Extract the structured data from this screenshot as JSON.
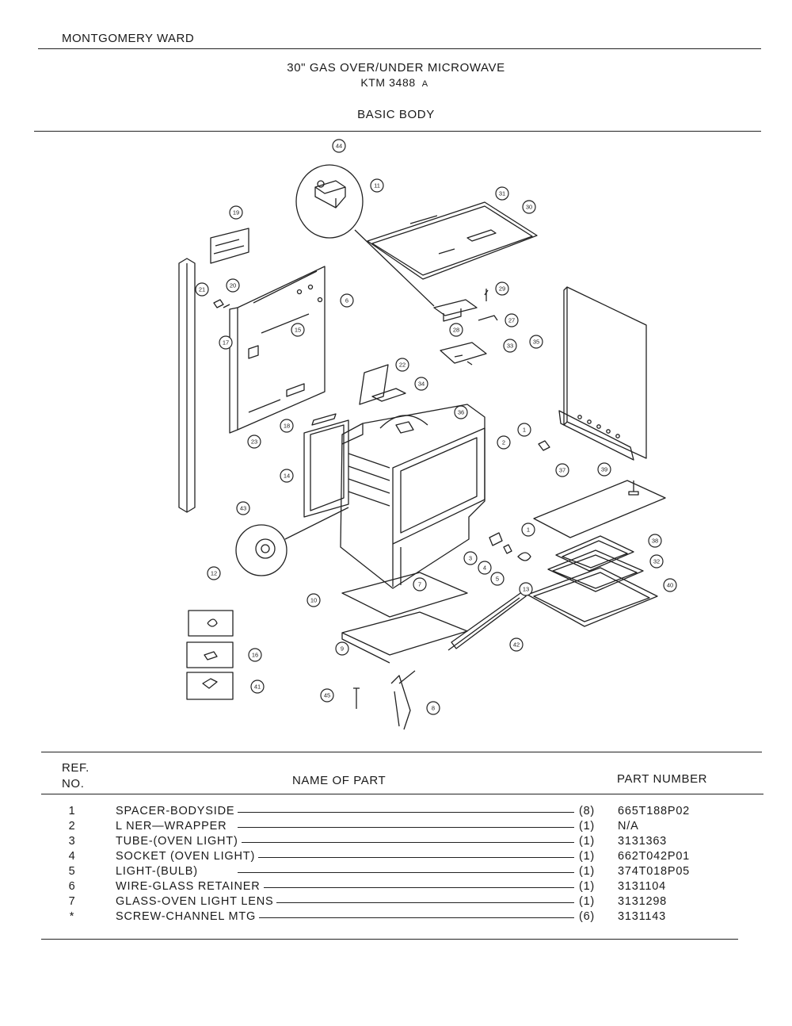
{
  "header": {
    "brand": "MONTGOMERY WARD",
    "title": "30\" GAS OVER/UNDER MICROWAVE",
    "model": "KTM 3488",
    "model_rev": "A",
    "section": "BASIC BODY"
  },
  "table": {
    "col_ref_line1": "REF.",
    "col_ref_line2": "NO.",
    "col_name": "NAME OF PART",
    "col_part": "PART NUMBER",
    "rows": [
      {
        "ref": "1",
        "name": "SPACER-BODYSIDE",
        "qty": "(8)",
        "part": "665T188P02"
      },
      {
        "ref": "2",
        "name": "L NER—WRAPPER",
        "qty": "(1)",
        "part": "N/A"
      },
      {
        "ref": "3",
        "name": "TUBE-(OVEN LIGHT)",
        "qty": "(1)",
        "part": "3131363"
      },
      {
        "ref": "4",
        "name": "SOCKET (OVEN LIGHT)",
        "qty": "(1)",
        "part": "662T042P01"
      },
      {
        "ref": "5",
        "name": "LIGHT-(BULB)",
        "qty": "(1)",
        "part": "374T018P05"
      },
      {
        "ref": "6",
        "name": "WIRE-GLASS RETAINER",
        "qty": "(1)",
        "part": "3131104"
      },
      {
        "ref": "7",
        "name": "GLASS-OVEN LIGHT LENS",
        "qty": "(1)",
        "part": "3131298"
      },
      {
        "ref": "*",
        "name": "SCREW-CHANNEL MTG",
        "qty": "(6)",
        "part": "3131143"
      }
    ]
  },
  "diagram_callouts": [
    "44",
    "11",
    "31",
    "30",
    "19",
    "21",
    "20",
    "6",
    "17",
    "15",
    "29",
    "28",
    "27",
    "33",
    "35",
    "22",
    "34",
    "18",
    "23",
    "36",
    "2",
    "1",
    "14",
    "37",
    "39",
    "43",
    "3",
    "4",
    "5",
    "1",
    "38",
    "7",
    "32",
    "40",
    "12",
    "16",
    "41",
    "10",
    "9",
    "13",
    "42",
    "45",
    "8"
  ]
}
